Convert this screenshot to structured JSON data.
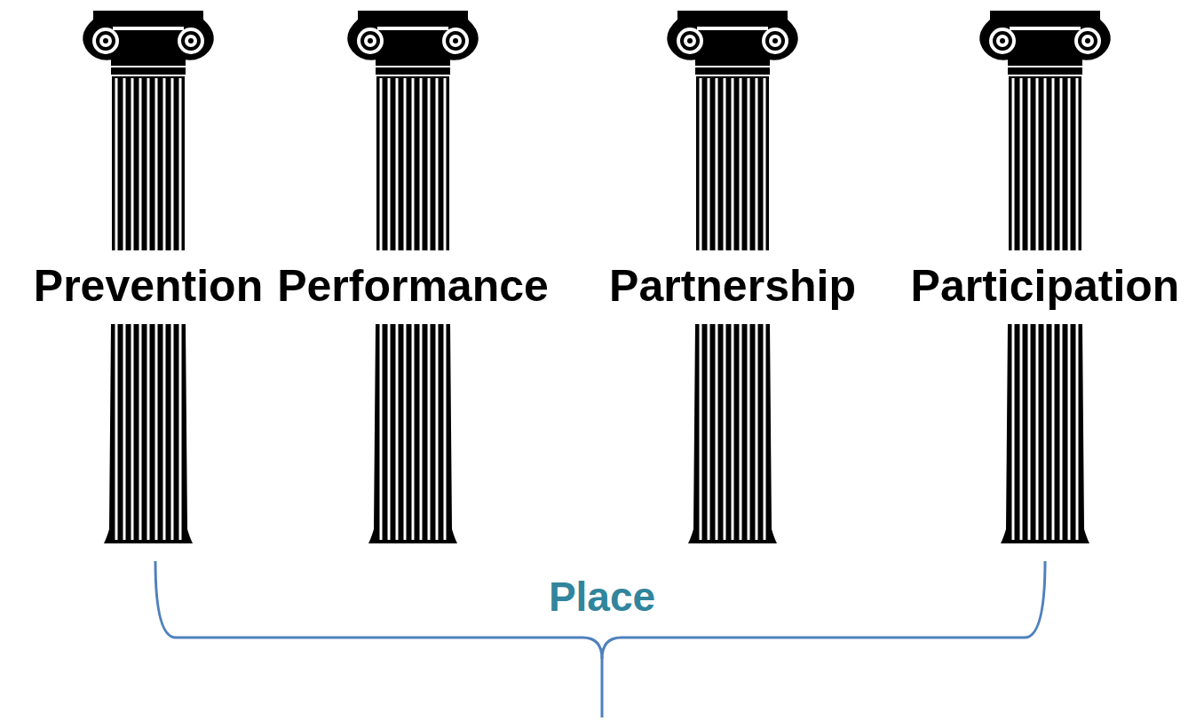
{
  "diagram": {
    "nodes": [
      {
        "text": [
          "Prevention"
        ]
      },
      {
        "text": [
          "Performance"
        ]
      },
      {
        "text": [
          "Partnership"
        ]
      },
      {
        "text": [
          "Participation"
        ]
      }
    ],
    "labels": [
      "Place"
    ]
  }
}
